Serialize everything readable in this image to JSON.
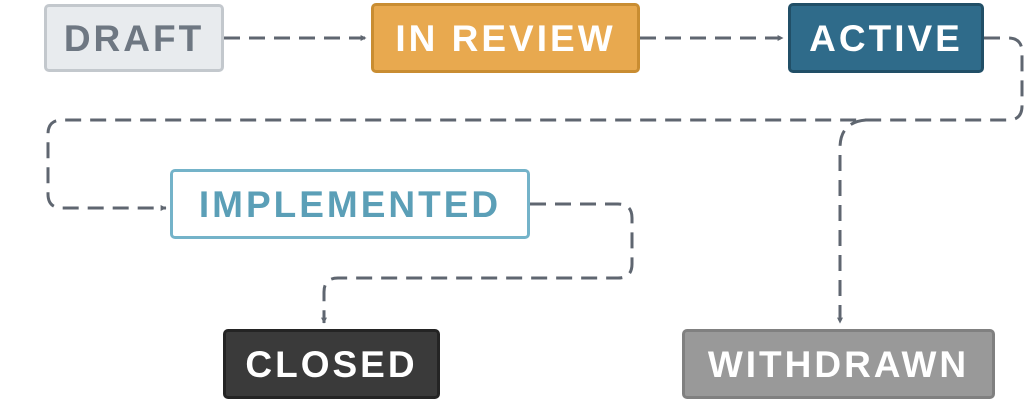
{
  "diagram": {
    "nodes": [
      {
        "id": "draft",
        "label": "DRAFT",
        "fill": "#e8ebee",
        "border": "#c3c8cd",
        "text": "#6e7782"
      },
      {
        "id": "in-review",
        "label": "IN REVIEW",
        "fill": "#e8a94f",
        "border": "#c98d32",
        "text": "#ffffff"
      },
      {
        "id": "active",
        "label": "ACTIVE",
        "fill": "#2f6b8a",
        "border": "#214f67",
        "text": "#ffffff"
      },
      {
        "id": "implemented",
        "label": "IMPLEMENTED",
        "fill": "#ffffff",
        "border": "#74b3c9",
        "text": "#5b9fb7"
      },
      {
        "id": "closed",
        "label": "CLOSED",
        "fill": "#3a3a3a",
        "border": "#242424",
        "text": "#ffffff"
      },
      {
        "id": "withdrawn",
        "label": "WITHDRAWN",
        "fill": "#999999",
        "border": "#808080",
        "text": "#ffffff"
      }
    ],
    "edges": [
      {
        "from": "draft",
        "to": "in-review",
        "style": "dashed"
      },
      {
        "from": "in-review",
        "to": "active",
        "style": "dashed"
      },
      {
        "from": "active",
        "to": "implemented",
        "style": "dashed"
      },
      {
        "from": "active",
        "to": "withdrawn",
        "style": "dashed"
      },
      {
        "from": "implemented",
        "to": "closed",
        "style": "dashed"
      }
    ],
    "edge_color": "#5f6670"
  }
}
